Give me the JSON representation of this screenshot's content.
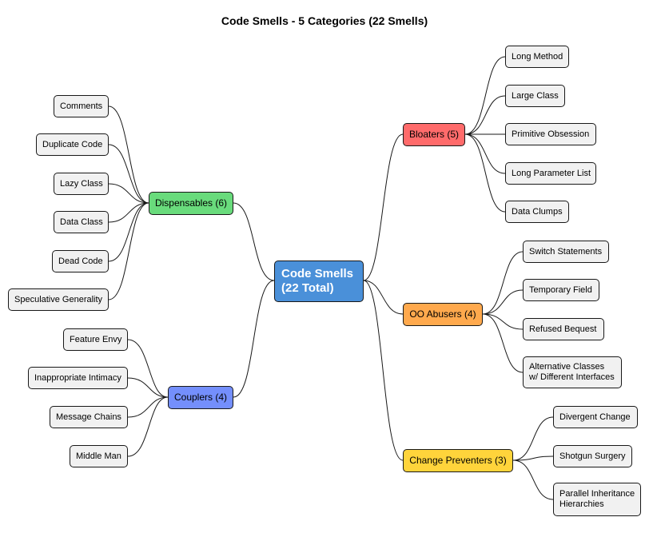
{
  "title": "Code Smells - 5 Categories (22 Smells)",
  "root": {
    "line1": "Code Smells",
    "line2": "(22 Total)",
    "color": "#4a90d9"
  },
  "categories": {
    "bloaters": {
      "label": "Bloaters (5)",
      "color": "#ff6b6b",
      "smells": [
        "Long Method",
        "Large Class",
        "Primitive Obsession",
        "Long Parameter List",
        "Data Clumps"
      ]
    },
    "oo_abusers": {
      "label": "OO Abusers (4)",
      "color": "#ffa94d",
      "smells": [
        "Switch Statements",
        "Temporary Field",
        "Refused Bequest"
      ],
      "multiline": [
        "Alternative Classes",
        "w/ Different Interfaces"
      ]
    },
    "change_preventers": {
      "label": "Change Preventers (3)",
      "color": "#ffd43b",
      "smells": [
        "Divergent Change",
        "Shotgun Surgery"
      ],
      "multiline": [
        "Parallel Inheritance",
        "Hierarchies"
      ]
    },
    "dispensables": {
      "label": "Dispensables (6)",
      "color": "#69db7c",
      "smells": [
        "Comments",
        "Duplicate Code",
        "Lazy Class",
        "Data Class",
        "Dead Code",
        "Speculative Generality"
      ]
    },
    "couplers": {
      "label": "Couplers (4)",
      "color": "#748ffc",
      "smells": [
        "Feature Envy",
        "Inappropriate Intimacy",
        "Message Chains",
        "Middle Man"
      ]
    }
  }
}
